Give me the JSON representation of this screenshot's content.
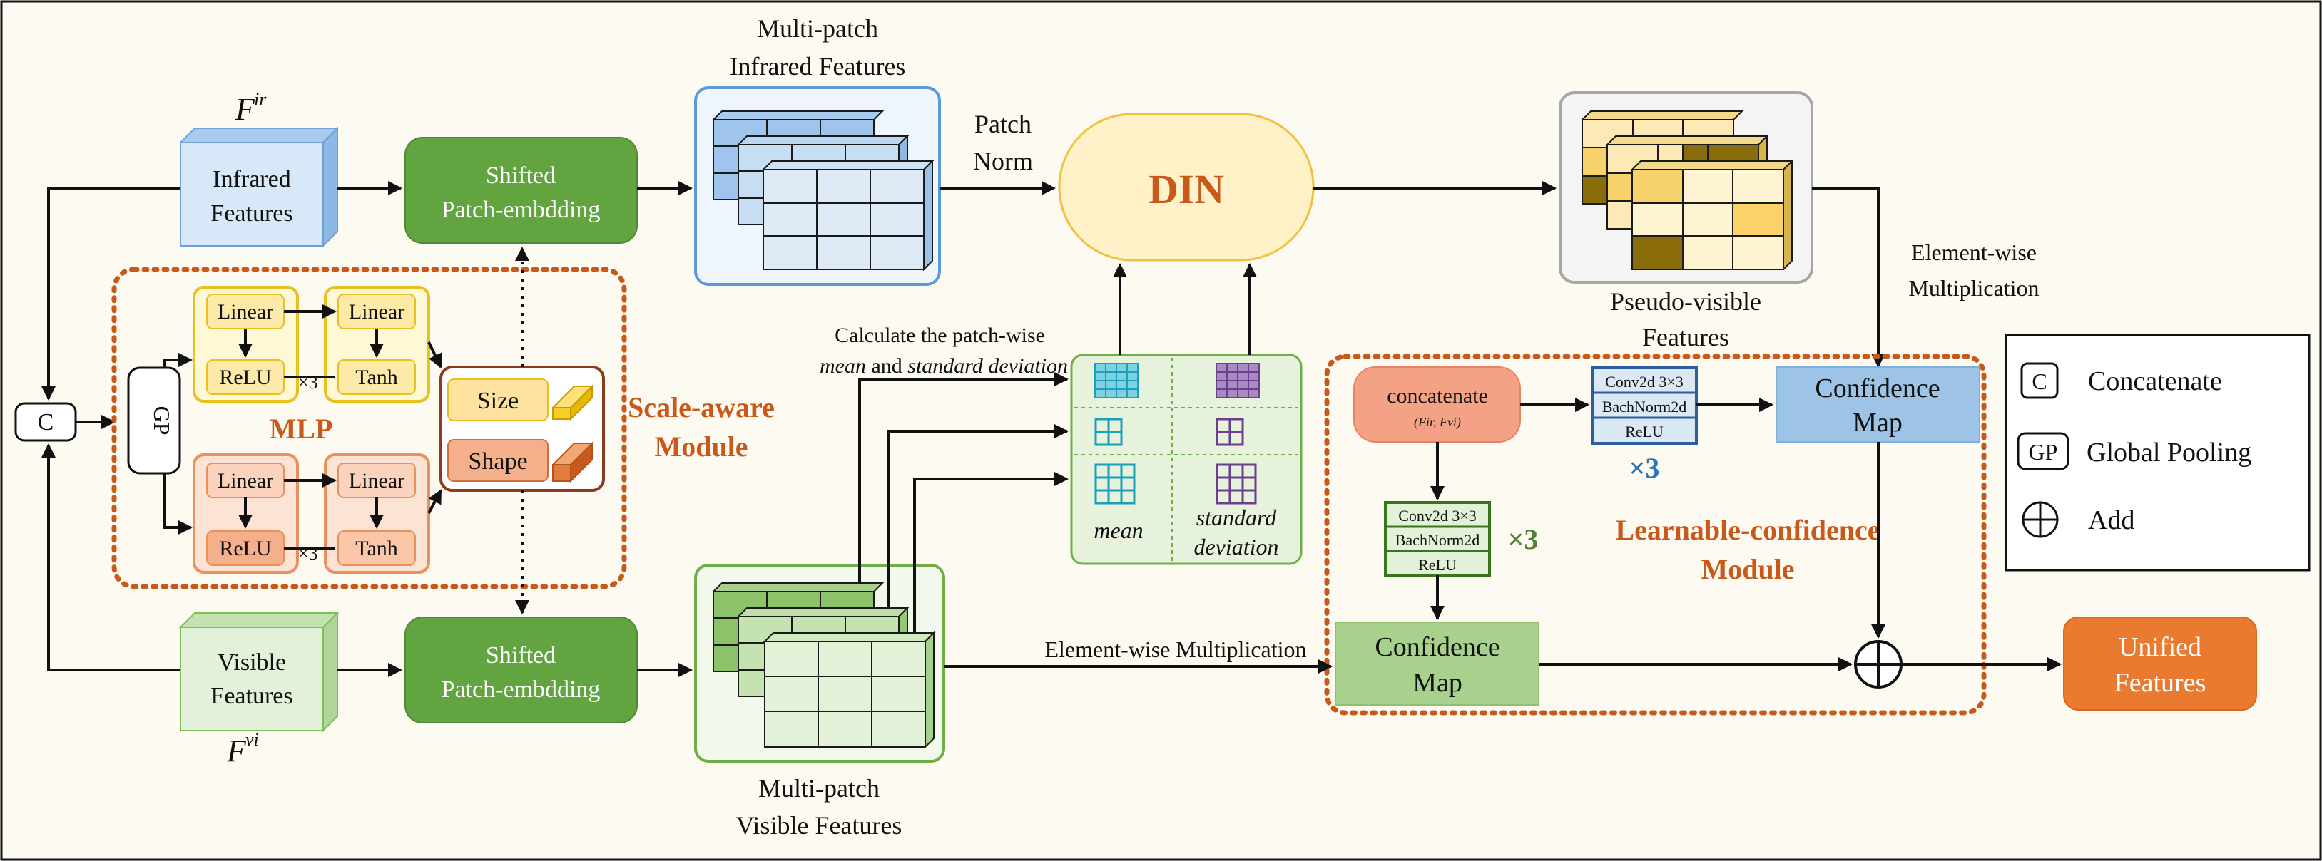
{
  "inputs": {
    "infrared_symbol": "F",
    "infrared_sup": "ir",
    "infrared_label_1": "Infrared",
    "infrared_label_2": "Features",
    "visible_symbol": "F",
    "visible_sup": "vi",
    "visible_label_1": "Visible",
    "visible_label_2": "Features"
  },
  "concat_symbol": "C",
  "shifted_top": {
    "line1": "Shifted",
    "line2": "Patch-embdding"
  },
  "shifted_bottom": {
    "line1": "Shifted",
    "line2": "Patch-embdding"
  },
  "scale_module": {
    "gp": "GP",
    "linear": "Linear",
    "relu": "ReLU",
    "tanh": "Tanh",
    "times3": "×3",
    "mlp": "MLP",
    "size": "Size",
    "shape": "Shape",
    "title_1": "Scale-aware",
    "title_2": "Module"
  },
  "multi_ir": {
    "line1": "Multi-patch",
    "line2": "Infrared Features"
  },
  "multi_vi": {
    "line1": "Multi-patch",
    "line2": "Visible Features"
  },
  "patch_norm": {
    "line1": "Patch",
    "line2": "Norm"
  },
  "din": "DIN",
  "calc": {
    "line1": "Calculate the patch-wise",
    "mean": "mean",
    "and": " and ",
    "std": "standard deviation"
  },
  "stats": {
    "mean": "mean",
    "std_1": "standard",
    "std_2": "deviation"
  },
  "pseudo": {
    "line1": "Pseudo-visible",
    "line2": "Features"
  },
  "ew_right": {
    "line1": "Element-wise",
    "line2": "Multiplication"
  },
  "ew_bottom": "Element-wise Multiplication",
  "learn_module": {
    "concatenate": "concatenate",
    "concat_args": "(Fir, Fvi)",
    "conv": "Conv2d 3×3",
    "bn": "BachNorm2d",
    "relu": "ReLU",
    "times3": "×3",
    "conf_1": "Confidence",
    "conf_2": "Map",
    "title_1": "Learnable-confidence",
    "title_2": "Module"
  },
  "unified": {
    "line1": "Unified",
    "line2": "Features"
  },
  "legend": {
    "c_symbol": "C",
    "c_label": "Concatenate",
    "gp_symbol": "GP",
    "gp_label": "Global Pooling",
    "add_label": "Add"
  },
  "colors": {
    "background": "#fdfbf1",
    "green_dark": "#62a43f",
    "blue_light": "#c6ddf2",
    "green_light": "#d5ebc8",
    "orange_accent": "#c8591b",
    "din_fill": "#fff2c8",
    "unified_fill": "#ea7a2f",
    "conf_blue": "#9dc3e6",
    "conf_green": "#a9d18e"
  }
}
